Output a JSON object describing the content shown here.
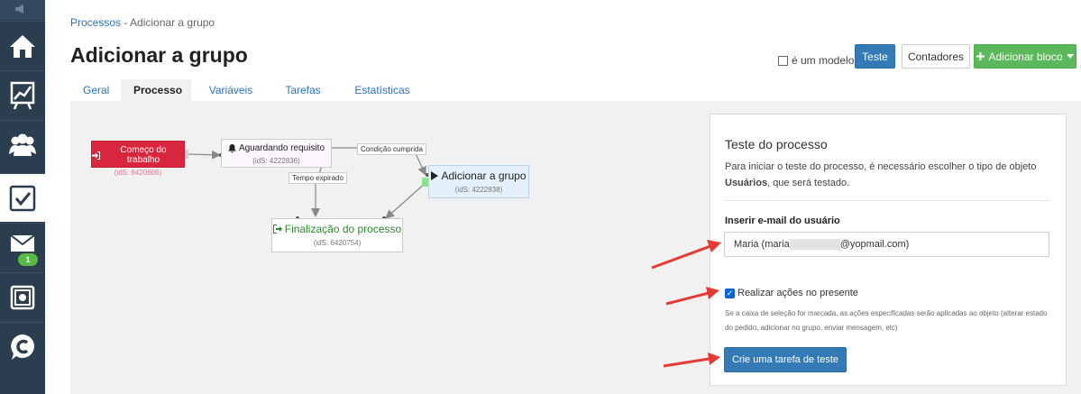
{
  "breadcrumb": {
    "link": "Processos",
    "separator": " - ",
    "current": "Adicionar a grupo"
  },
  "page_title": "Adicionar a grupo",
  "toolbar": {
    "template_label": "é um modelo",
    "template_checked": false,
    "test_label": "Teste",
    "counters_label": "Contadores",
    "add_block_label": "Adicionar bloco"
  },
  "tabs": [
    {
      "label": "Geral",
      "active": false
    },
    {
      "label": "Processo",
      "active": true
    },
    {
      "label": "Variáveis",
      "active": false
    },
    {
      "label": "Tarefas",
      "active": false
    },
    {
      "label": "Estatísticas",
      "active": false
    }
  ],
  "sidebar": {
    "items": [
      {
        "icon": "home-icon"
      },
      {
        "icon": "chart-icon"
      },
      {
        "icon": "users-icon"
      },
      {
        "icon": "checkbox-icon",
        "active": true
      },
      {
        "icon": "mail-icon",
        "badge": "1"
      },
      {
        "icon": "safe-icon"
      },
      {
        "icon": "chat-icon"
      }
    ]
  },
  "flow": {
    "nodes": {
      "start": {
        "title": "Começo do trabalho",
        "id": "(idS: 6420606)"
      },
      "wait": {
        "title": "Aguardando requisito",
        "id": "(idS: 4222836)"
      },
      "add": {
        "title": "Adicionar a grupo",
        "id": "(idS: 4222838)"
      },
      "end": {
        "title": "Finalização do processo",
        "id": "(idS: 6420754)"
      }
    },
    "edge_labels": {
      "condition": "Condição cumprida",
      "timeout": "Tempo expirado"
    }
  },
  "test_panel": {
    "title": "Teste do processo",
    "description_prefix": "Para iniciar o teste do processo, é necessário escolher o tipo de objeto",
    "object_type": "Usuários",
    "description_suffix": ", que será testado.",
    "email_label": "Inserir e-mail do usuário",
    "email_prefix": "Maria (maria",
    "email_suffix": "@yopmail.com)",
    "actions_label": "Realizar ações no presente",
    "actions_checked": true,
    "actions_note": "Se a caixa de seleção for marcada, as ações especificadas serão aplicadas ao objeto (alterar estado do pedido, adicionar no grupo, enviar mensagem, etc)",
    "create_button": "Crie uma tarefa de teste"
  },
  "colors": {
    "sidebar": "#2b3e50",
    "primary": "#337ab7",
    "success": "#5cb85c",
    "start_node": "#d9263f",
    "annotation_arrow": "#e53935"
  }
}
